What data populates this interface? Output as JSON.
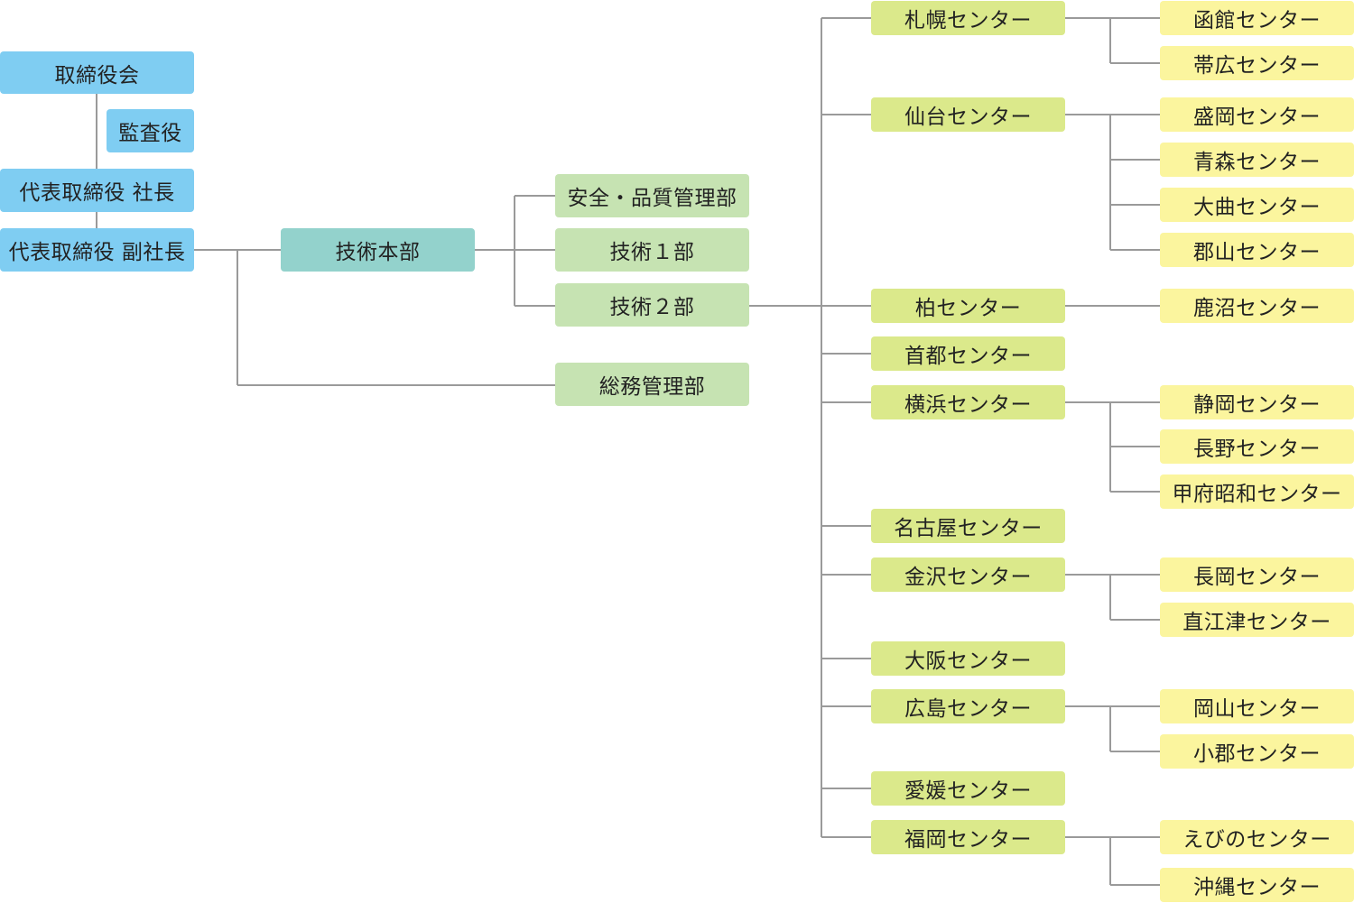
{
  "colors": {
    "executive": "#7fcdf2",
    "headquarters": "#93d2cc",
    "department": "#c6e3b2",
    "center": "#dbe98b",
    "branch": "#fbf59e",
    "line": "#9a9a9a"
  },
  "executives": {
    "board": "取締役会",
    "auditor": "監査役",
    "president": "代表取締役 社長",
    "vice_president": "代表取締役 副社長"
  },
  "headquarters": {
    "tech_hq": "技術本部"
  },
  "departments": {
    "safety_quality": "安全・品質管理部",
    "tech1": "技術１部",
    "tech2": "技術２部",
    "general_affairs": "総務管理部"
  },
  "centers": [
    {
      "name": "札幌センター",
      "branches": [
        "函館センター",
        "帯広センター"
      ]
    },
    {
      "name": "仙台センター",
      "branches": [
        "盛岡センター",
        "青森センター",
        "大曲センター",
        "郡山センター"
      ]
    },
    {
      "name": "柏センター",
      "branches": [
        "鹿沼センター"
      ]
    },
    {
      "name": "首都センター",
      "branches": []
    },
    {
      "name": "横浜センター",
      "branches": [
        "静岡センター",
        "長野センター",
        "甲府昭和センター"
      ]
    },
    {
      "name": "名古屋センター",
      "branches": []
    },
    {
      "name": "金沢センター",
      "branches": [
        "長岡センター",
        "直江津センター"
      ]
    },
    {
      "name": "大阪センター",
      "branches": []
    },
    {
      "name": "広島センター",
      "branches": [
        "岡山センター",
        "小郡センター"
      ]
    },
    {
      "name": "愛媛センター",
      "branches": []
    },
    {
      "name": "福岡センター",
      "branches": [
        "えびのセンター",
        "沖縄センター"
      ]
    }
  ]
}
